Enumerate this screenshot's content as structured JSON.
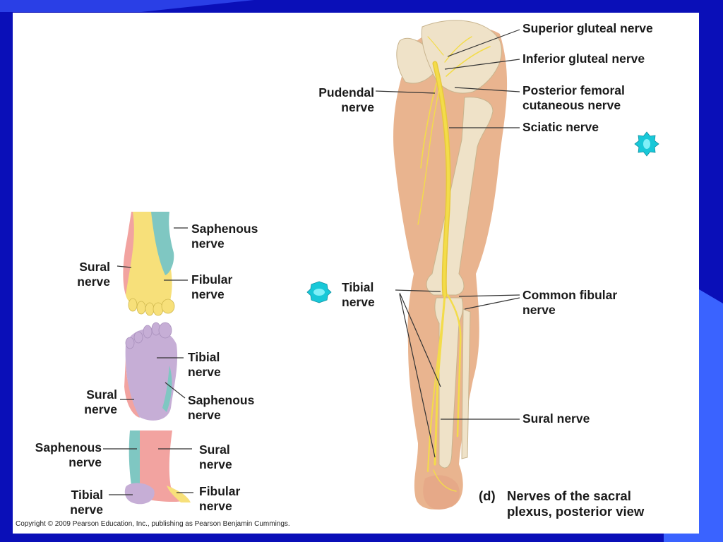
{
  "colors": {
    "frame_blue": "#0a0fb8",
    "accent_blue": "#3a63ff",
    "slide_background": "#ffffff",
    "bullet_cyan": "#18c8d8",
    "nerve_yellow": "#f3dc4a",
    "skin": "#e9b48f",
    "zone_saphenous": "#7fc7c2",
    "zone_sural": "#f2a3a0",
    "zone_fibular": "#f7e07a",
    "zone_tibial": "#c6aed6"
  },
  "icons": {
    "bullet": "star-burst-icon"
  },
  "leg_labels": {
    "superior_gluteal": "Superior gluteal nerve",
    "inferior_gluteal": "Inferior gluteal nerve",
    "pudendal_1": "Pudendal",
    "pudendal_2": "nerve",
    "posterior_femoral_1": "Posterior femoral",
    "posterior_femoral_2": "cutaneous nerve",
    "sciatic": "Sciatic nerve",
    "tibial_1": "Tibial",
    "tibial_2": "nerve",
    "common_fibular_1": "Common fibular",
    "common_fibular_2": "nerve",
    "sural": "Sural nerve"
  },
  "foot_top": {
    "saphenous_1": "Saphenous",
    "saphenous_2": "nerve",
    "sural_1": "Sural",
    "sural_2": "nerve",
    "fibular_1": "Fibular",
    "fibular_2": "nerve"
  },
  "foot_sole": {
    "tibial_1": "Tibial",
    "tibial_2": "nerve",
    "sural_1": "Sural",
    "sural_2": "nerve",
    "saphenous_1": "Saphenous",
    "saphenous_2": "nerve"
  },
  "foot_back": {
    "saphenous_1": "Saphenous",
    "saphenous_2": "nerve",
    "sural_1": "Sural",
    "sural_2": "nerve",
    "tibial_1": "Tibial",
    "tibial_2": "nerve",
    "fibular_1": "Fibular",
    "fibular_2": "nerve"
  },
  "caption": {
    "letter": "(d)",
    "line_1": "Nerves of the sacral",
    "line_2": "plexus, posterior view"
  },
  "copyright": "Copyright © 2009 Pearson Education, Inc., publishing as Pearson Benjamin Cummings."
}
